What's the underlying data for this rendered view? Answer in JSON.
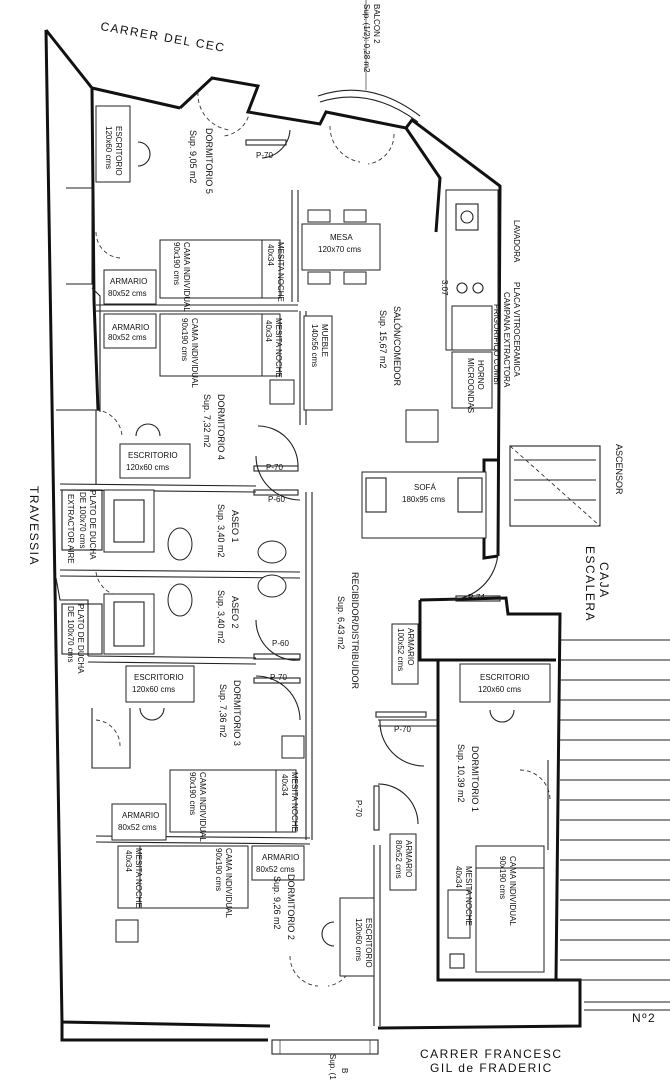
{
  "streets": {
    "top": "CARRER DEL CEC",
    "left": "TRAVESSIA",
    "bottom_line1": "CARRER FRANCESC",
    "bottom_line2": "GIL de FRADERIC",
    "house_number": "Nº2"
  },
  "exterior": {
    "balcon_top": "BALCON 2",
    "balcon_top_area": "Sup. (1/2): 0,28 m2",
    "balcon_bottom": "B",
    "balcon_bottom_area": "Sup. (1"
  },
  "core": {
    "ascensor": "ASCENSOR",
    "caja_1": "CAJA",
    "caja_2": "ESCALERA"
  },
  "rooms": [
    {
      "id": "dormitorio-5",
      "name": "DORMITORIO 5",
      "area": "Sup. 9,05 m2"
    },
    {
      "id": "dormitorio-4",
      "name": "DORMITORIO 4",
      "area": "Sup. 7,32 m2"
    },
    {
      "id": "aseo-1",
      "name": "ASEO 1",
      "area": "Sup. 3,40 m2"
    },
    {
      "id": "aseo-2",
      "name": "ASEO 2",
      "area": "Sup. 3,40 m2"
    },
    {
      "id": "dormitorio-3",
      "name": "DORMITORIO 3",
      "area": "Sup. 7,36 m2"
    },
    {
      "id": "dormitorio-2",
      "name": "DORMITORIO 2",
      "area": "Sup. 9,26 m2"
    },
    {
      "id": "salon",
      "name": "SALÓN/COMEDOR",
      "area": "Sup. 15,67 m2"
    },
    {
      "id": "recibidor",
      "name": "RECIBIDOR/DISTRIBUIDOR",
      "area": "Sup. 6,43 m2"
    },
    {
      "id": "dormitorio-1",
      "name": "DORMITORIO 1",
      "area": "Sup. 10,39 m2"
    }
  ],
  "furniture": {
    "escritorio": "ESCRITORIO",
    "escritorio_120x60": "120x60 cms",
    "armario": "ARMARIO",
    "armario_80x52": "80x52 cms",
    "armario_100x52": "100x52 cms",
    "cama": "CAMA INDIVIDUAL",
    "cama_size": "90x190 cms",
    "mesa_noche": "MESITA NOCHE",
    "mesa_noche_size": "40x34",
    "mesa": "MESA",
    "mesa_size": "120x70 cms",
    "mueble": "MUEBLE",
    "mueble_size": "140x56 cms",
    "sofa": "SOFÁ",
    "sofa_size": "180x95 cms",
    "lavadora": "LAVADORA",
    "placa": "PLACA VITROCERAMICA",
    "campana": "CAMPANA EXTRACTORA",
    "frigorifico": "FRIGORIFICO COMBI",
    "horno": "HORNO",
    "microondas": "MICROONDAS",
    "ducha_1": "PLATO DE DUCHA",
    "ducha_2": "DE 100x70 cms",
    "extractor": "EXTRACTOR AIRE",
    "dim_307": "3.07"
  },
  "doors": {
    "p70": "P-70",
    "p60": "P-60",
    "p74": "P-74"
  }
}
